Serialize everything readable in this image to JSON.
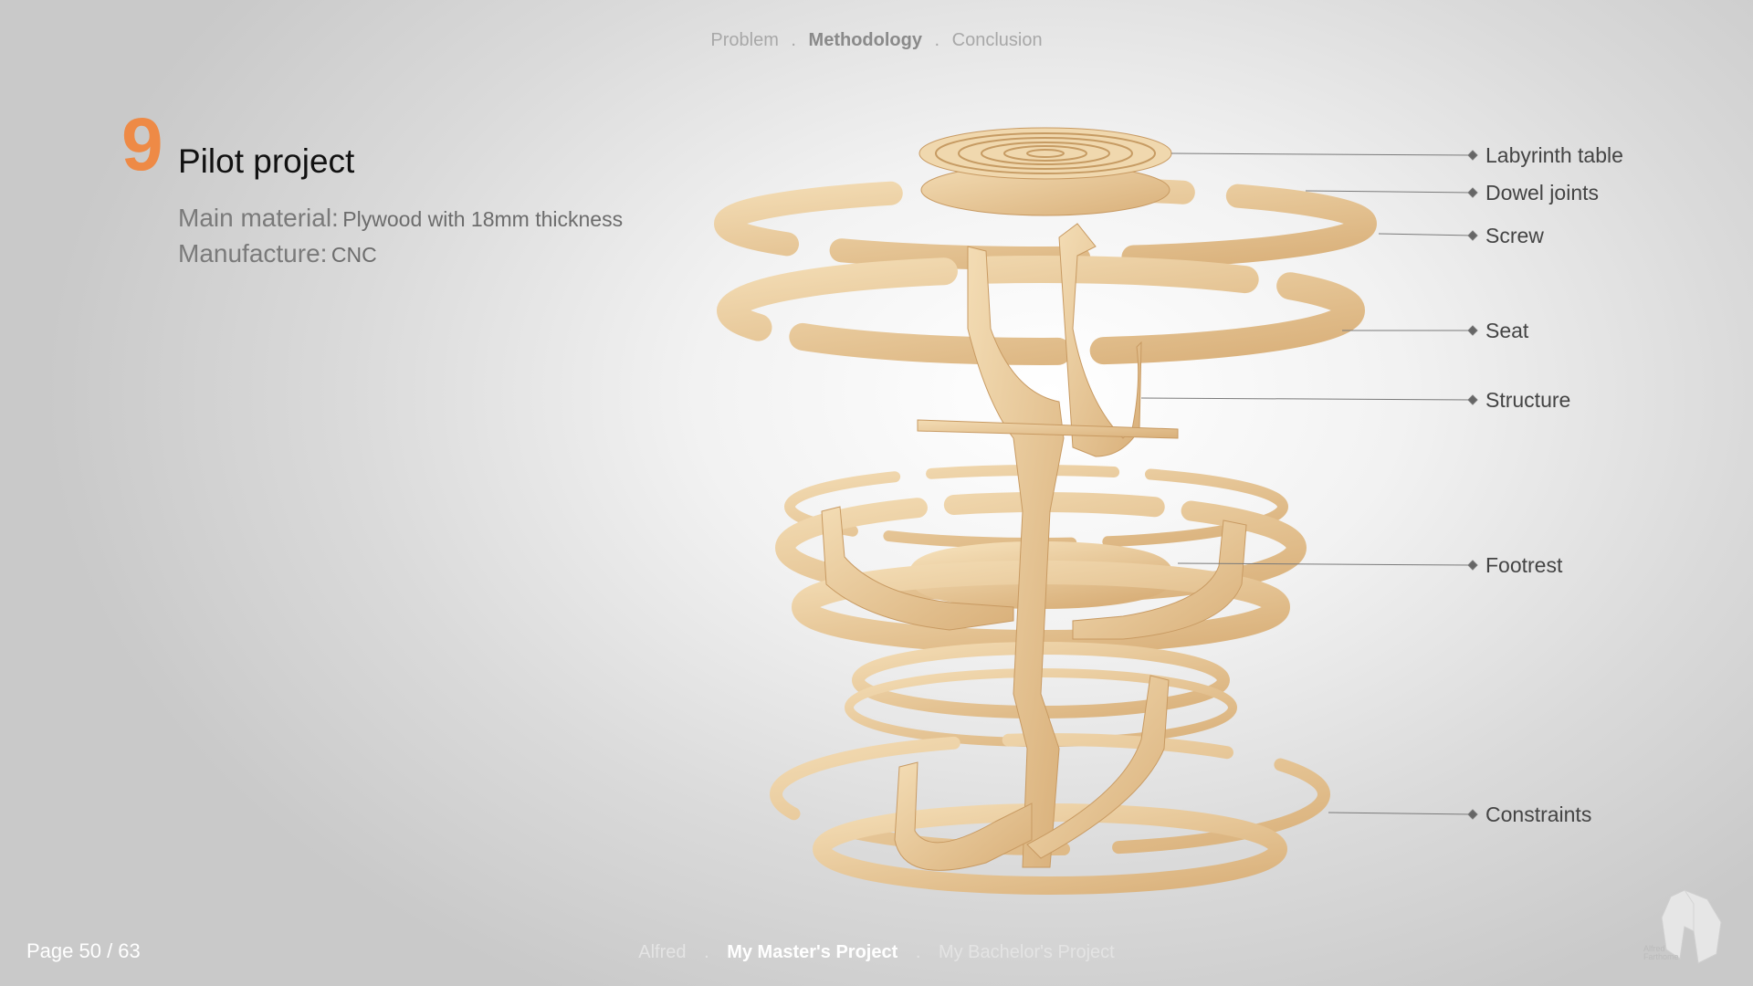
{
  "nav_top": {
    "items": [
      "Problem",
      "Methodology",
      "Conclusion"
    ],
    "separator": "."
  },
  "slide": {
    "number": "9",
    "title": "Pilot project",
    "material_key": "Main material:",
    "material_value": "Plywood with 18mm thickness",
    "manufacture_key": "Manufacture:",
    "manufacture_value": "CNC"
  },
  "labels": [
    "Labyrinth table",
    "Dowel joints",
    "Screw",
    "Seat",
    "Structure",
    "Footrest",
    "Constraints"
  ],
  "footer": {
    "page": "Page 50 / 63",
    "nav": [
      "Alfred",
      "My Master's Project",
      "My Bachelor's Project"
    ],
    "separator": ".",
    "logo_text": [
      "Alfred",
      "Farthome"
    ]
  },
  "colors": {
    "accent": "#ee8a46",
    "wood": "#e8c99a",
    "wood_dark": "#cfa46b",
    "leader": "#7a7a7a"
  }
}
